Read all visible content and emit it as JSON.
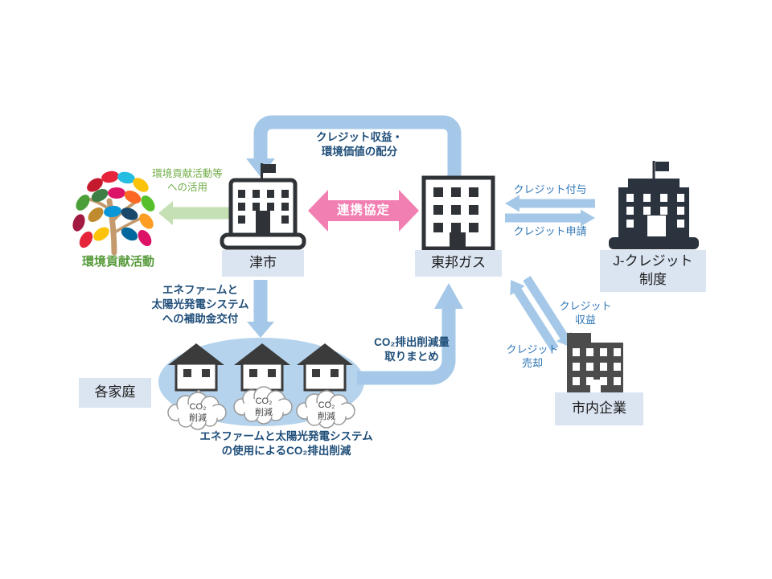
{
  "diagram": {
    "nodes": {
      "tsu_city": "津市",
      "toho_gas": "東邦ガス",
      "j_credit": "J-クレジット\n制度",
      "households": "各家庭",
      "companies": "市内企業",
      "env_activity": "環境貢献活動"
    },
    "arrows": {
      "credit_return": "クレジット収益・\n環境価値の配分",
      "partnership": "連携協定",
      "env_use": "環境貢献活動等\nへの活用",
      "credit_grant": "クレジット付与",
      "credit_apply": "クレジット申請",
      "subsidy": "エネファームと\n太陽光発電システム\nへの補助金交付",
      "co2_collect": "CO₂排出削減量\n取りまとめ",
      "credit_revenue": "クレジット\n収益",
      "credit_sale": "クレジット\n売却"
    },
    "cloud_label": "CO₂\n削減",
    "caption": "エネファームと太陽光発電システム\nの使用によるCO₂排出削減",
    "colors": {
      "arrow_blue": "#a5c8e8",
      "arrow_pink": "#f27fb2",
      "arrow_green": "#c5e0b4",
      "label_bg": "#dbe5f2",
      "ellipse_blue": "#b5d3ec",
      "text_navy": "#1f4e79",
      "text_blue": "#2e75b6",
      "text_green": "#70ad47",
      "building_dark": "#2f3337",
      "building_gray": "#4c4c4c"
    }
  }
}
